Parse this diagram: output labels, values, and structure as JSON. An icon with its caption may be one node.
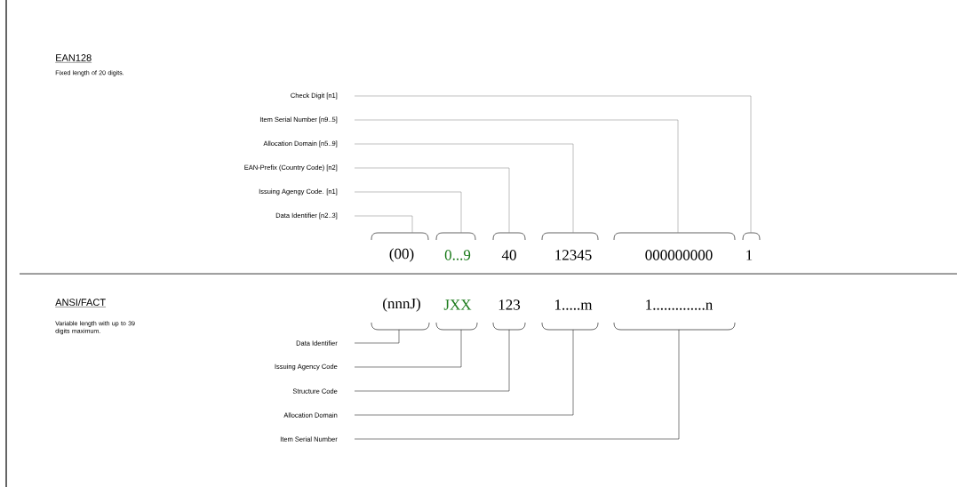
{
  "diagram": {
    "nodes": [
      {
        "text": [
          "Check Digit [n1]"
        ]
      },
      {
        "text": [
          "Item Serial Number [n9..5]"
        ]
      },
      {
        "text": [
          "Allocation Domain [n5..9]"
        ]
      },
      {
        "text": [
          "EAN-Prefix (Country Code) [n2]"
        ]
      },
      {
        "text": [
          "Issuing Agengy Code. [n1]"
        ]
      },
      {
        "text": [
          "Data Identifier [n2..3]"
        ]
      },
      {
        "text": [
          "(00)"
        ]
      },
      {
        "text": [
          "0...9"
        ]
      },
      {
        "text": [
          "40"
        ]
      },
      {
        "text": [
          "12345"
        ]
      },
      {
        "text": [
          "000000000"
        ]
      },
      {
        "text": [
          "1"
        ]
      },
      {
        "text": [
          "(nnnJ)"
        ]
      },
      {
        "text": [
          "JXX"
        ]
      },
      {
        "text": [
          "123"
        ]
      },
      {
        "text": [
          "1.....m"
        ]
      },
      {
        "text": [
          "1..............n"
        ]
      },
      {
        "text": [
          "Data Identifier"
        ]
      },
      {
        "text": [
          "Issuing Agency Code"
        ]
      },
      {
        "text": [
          "Structure Code"
        ]
      },
      {
        "text": [
          "Allocation Domain"
        ]
      },
      {
        "text": [
          "Item Serial Number"
        ]
      }
    ],
    "edges": [
      {
        "from": 0,
        "to": 11,
        "arrow": "none"
      },
      {
        "from": 1,
        "to": 10,
        "arrow": "none"
      },
      {
        "from": 2,
        "to": 9,
        "arrow": "none"
      },
      {
        "from": 3,
        "to": 8,
        "arrow": "none"
      },
      {
        "from": 4,
        "to": 7,
        "arrow": "none"
      },
      {
        "from": 5,
        "to": 6,
        "arrow": "none"
      },
      {
        "from": 17,
        "to": 12,
        "arrow": "none",
        "color": "#000000"
      },
      {
        "from": 18,
        "to": 13,
        "arrow": "none",
        "color": "#000000"
      },
      {
        "from": 19,
        "to": 14,
        "arrow": "none",
        "color": "#000000"
      },
      {
        "from": 20,
        "to": 15,
        "arrow": "none",
        "color": "#000000"
      },
      {
        "from": 21,
        "to": 16,
        "arrow": "none",
        "color": "#000000"
      }
    ],
    "labels": [
      "EAN128",
      "Fixed length of 20 digits.",
      "ANSI/FACT",
      "Variable length with up to 39 digits maximum."
    ]
  }
}
